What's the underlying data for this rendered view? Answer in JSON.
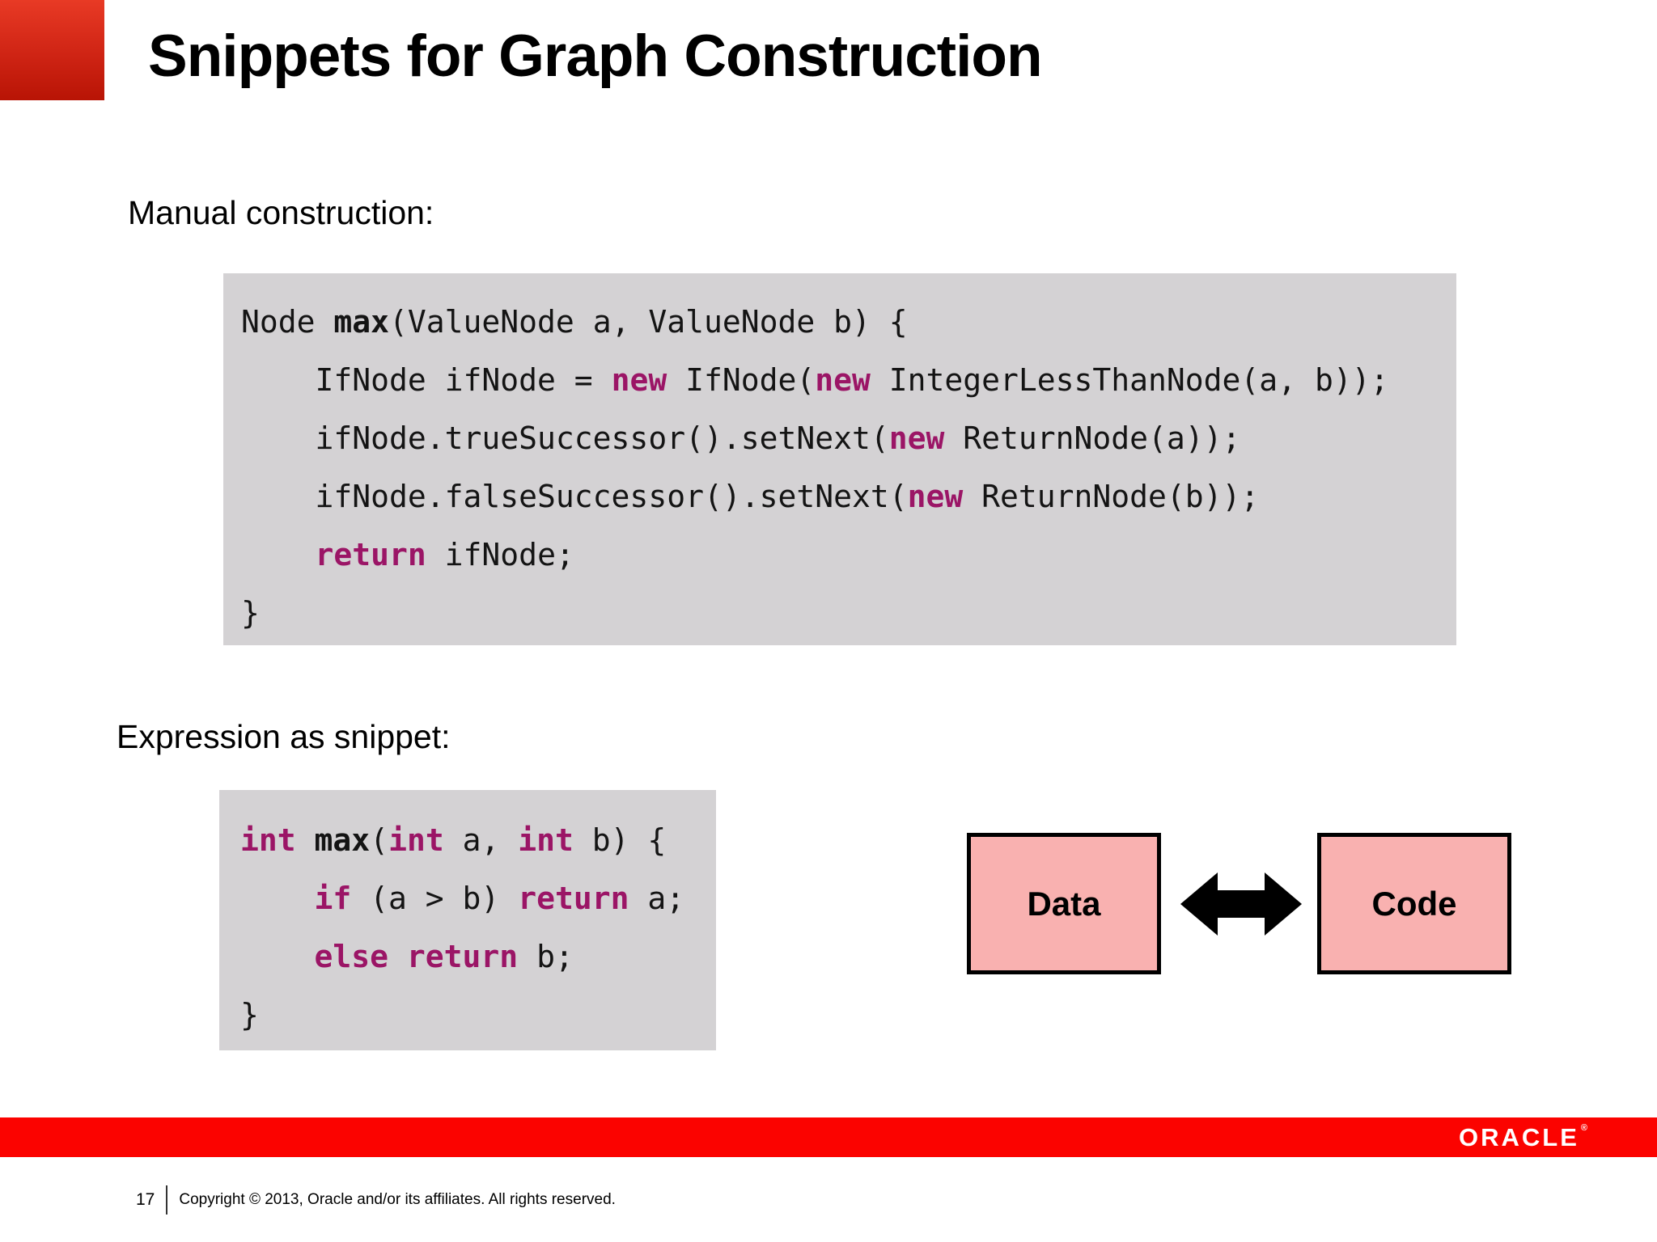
{
  "slide": {
    "title": "Snippets for Graph Construction",
    "sections": {
      "manual_label": "Manual construction:",
      "expression_label": "Expression as snippet:"
    },
    "footer": {
      "page_number": "17",
      "copyright": "Copyright © 2013, Oracle and/or its affiliates. All rights reserved.",
      "logo": "ORACLE",
      "registered_mark": "®"
    }
  },
  "code_blocks": {
    "manual": {
      "lines": [
        [
          {
            "t": "Node ",
            "c": "p"
          },
          {
            "t": "max",
            "c": "b"
          },
          {
            "t": "(ValueNode a, ValueNode b) {",
            "c": "p"
          }
        ],
        [
          {
            "t": "    IfNode ifNode = ",
            "c": "p"
          },
          {
            "t": "new",
            "c": "k"
          },
          {
            "t": " IfNode(",
            "c": "p"
          },
          {
            "t": "new",
            "c": "k"
          },
          {
            "t": " IntegerLessThanNode(a, b));",
            "c": "p"
          }
        ],
        [
          {
            "t": "    ifNode.trueSuccessor().setNext(",
            "c": "p"
          },
          {
            "t": "new",
            "c": "k"
          },
          {
            "t": " ReturnNode(a));",
            "c": "p"
          }
        ],
        [
          {
            "t": "    ifNode.falseSuccessor().setNext(",
            "c": "p"
          },
          {
            "t": "new",
            "c": "k"
          },
          {
            "t": " ReturnNode(b));",
            "c": "p"
          }
        ],
        [
          {
            "t": "    ",
            "c": "p"
          },
          {
            "t": "return",
            "c": "k"
          },
          {
            "t": " ifNode;",
            "c": "p"
          }
        ],
        [
          {
            "t": "}",
            "c": "p"
          }
        ]
      ]
    },
    "snippet": {
      "lines": [
        [
          {
            "t": "int",
            "c": "k"
          },
          {
            "t": " ",
            "c": "p"
          },
          {
            "t": "max",
            "c": "b"
          },
          {
            "t": "(",
            "c": "p"
          },
          {
            "t": "int",
            "c": "k"
          },
          {
            "t": " a, ",
            "c": "p"
          },
          {
            "t": "int",
            "c": "k"
          },
          {
            "t": " b) {",
            "c": "p"
          }
        ],
        [
          {
            "t": "    ",
            "c": "p"
          },
          {
            "t": "if",
            "c": "k"
          },
          {
            "t": " (a > b) ",
            "c": "p"
          },
          {
            "t": "return",
            "c": "k"
          },
          {
            "t": " a;",
            "c": "p"
          }
        ],
        [
          {
            "t": "    ",
            "c": "p"
          },
          {
            "t": "else",
            "c": "k"
          },
          {
            "t": " ",
            "c": "p"
          },
          {
            "t": "return",
            "c": "k"
          },
          {
            "t": " b;",
            "c": "p"
          }
        ],
        [
          {
            "t": "}",
            "c": "p"
          }
        ]
      ]
    }
  },
  "diagram": {
    "data_box_label": "Data",
    "code_box_label": "Code",
    "arrow_icon": "double-headed-arrow"
  },
  "colors": {
    "corner_gradient_top": "#e83a25",
    "corner_gradient_bottom": "#b81405",
    "footer_bar_red": "#fb0300",
    "code_background": "#d4d2d4",
    "keyword_purple": "#9b1566",
    "box_pink": "#f9b1b0",
    "logo_white": "#ffffff"
  }
}
